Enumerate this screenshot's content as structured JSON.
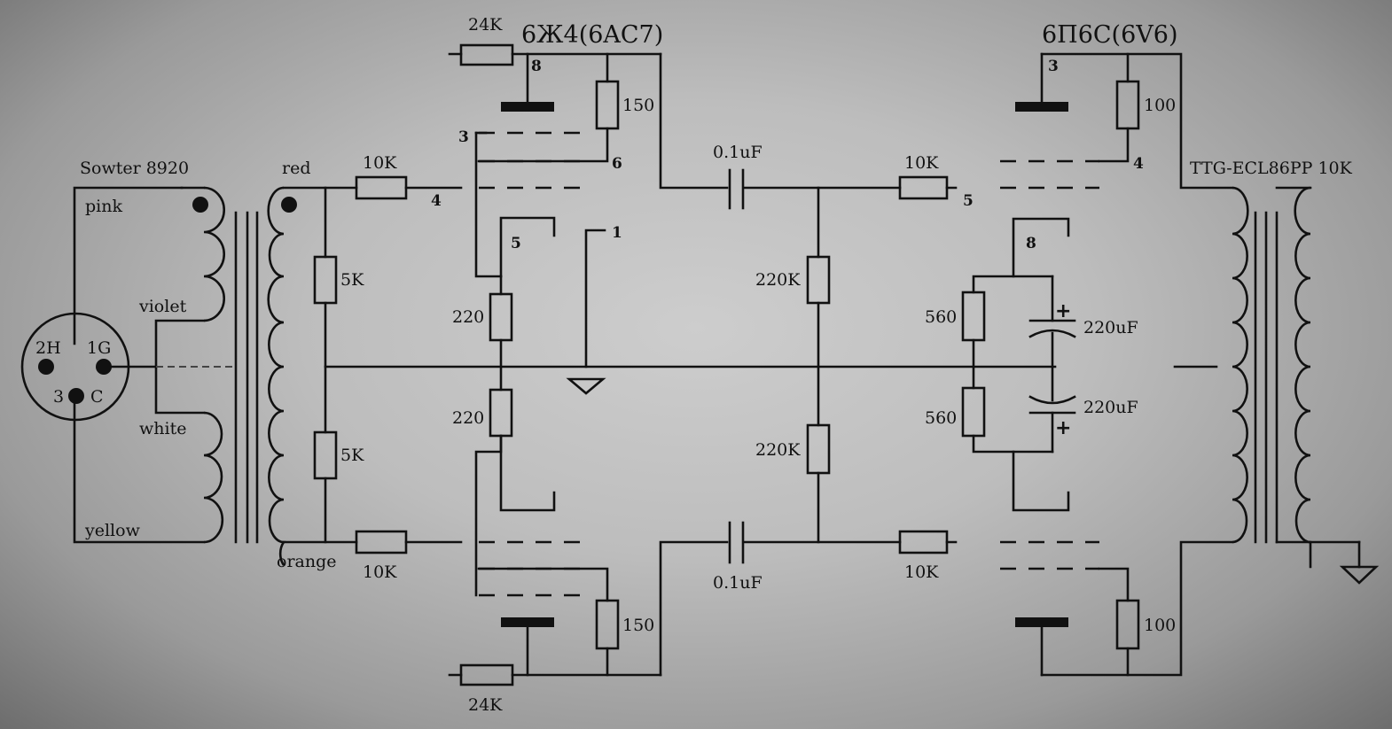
{
  "tubes": {
    "input": "6Ж4(6AC7)",
    "output": "6П6С(6V6)"
  },
  "input_transformer": {
    "name": "Sowter 8920",
    "wires": {
      "pink": "pink",
      "violet": "violet",
      "white": "white",
      "yellow": "yellow",
      "red": "red",
      "orange": "orange"
    }
  },
  "xlr": {
    "pin2": "2H",
    "pin1": "1G",
    "pin3": "3",
    "case": "C"
  },
  "output_transformer": {
    "name": "TTG-ECL86PP 10K"
  },
  "components": {
    "r_24k_top": "24K",
    "r_24k_bottom": "24K",
    "r_150_top": "150",
    "r_150_bottom": "150",
    "r_10k_in_top": "10K",
    "r_10k_in_bottom": "10K",
    "r_5k_top": "5K",
    "r_5k_bottom": "5K",
    "r_220_top": "220",
    "r_220_bottom": "220",
    "c_01_top": "0.1uF",
    "c_01_bottom": "0.1uF",
    "r_220k_top": "220K",
    "r_220k_bottom": "220K",
    "r_10k_out_top": "10K",
    "r_10k_out_bottom": "10K",
    "r_560_top": "560",
    "r_560_bottom": "560",
    "c_220u_top": "220uF",
    "c_220u_bottom": "220uF",
    "r_100_top": "100",
    "r_100_bottom": "100"
  },
  "pins": {
    "v1_p8": "8",
    "v1_p3": "3",
    "v1_p6": "6",
    "v1_p4": "4",
    "v1_p5": "5",
    "v1_p1": "1",
    "v2_p3": "3",
    "v2_p4": "4",
    "v2_p5": "5",
    "v2_p8": "8"
  },
  "symbols": {
    "plus": "+"
  }
}
